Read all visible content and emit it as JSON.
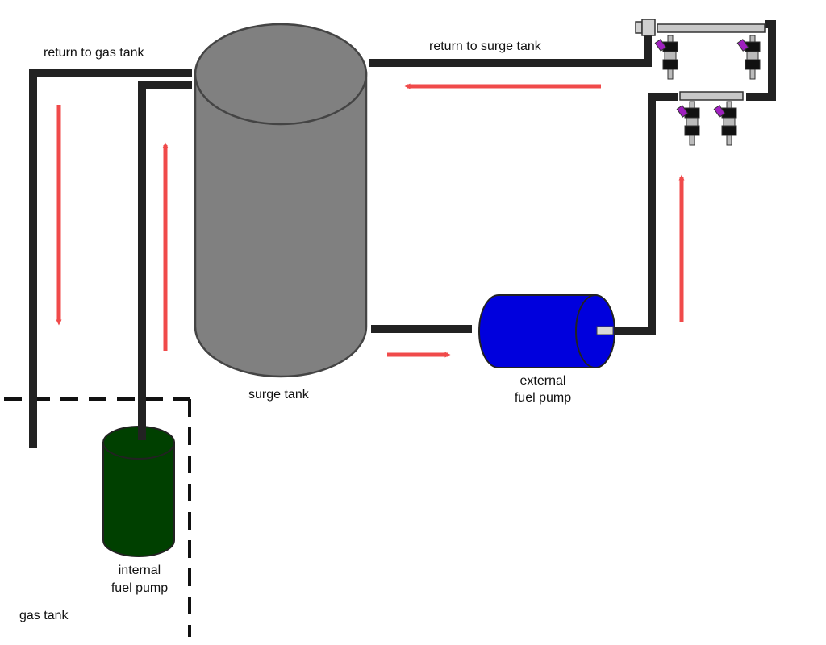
{
  "labels": {
    "return_to_gas_tank": "return to gas tank",
    "return_to_surge_tank": "return to surge tank",
    "surge_tank": "surge tank",
    "external_fuel_pump_line1": "external",
    "external_fuel_pump_line2": "fuel pump",
    "internal_fuel_pump_line1": "internal",
    "internal_fuel_pump_line2": "fuel pump",
    "gas_tank": "gas tank"
  },
  "colors": {
    "pipe": "#222222",
    "flow_arrow": "#f04a4a",
    "surge_tank": "#808080",
    "external_pump": "#0000dd",
    "internal_pump": "#004000",
    "fuel_rail": "#c8c8c8",
    "injector_connector": "#a020c0"
  }
}
